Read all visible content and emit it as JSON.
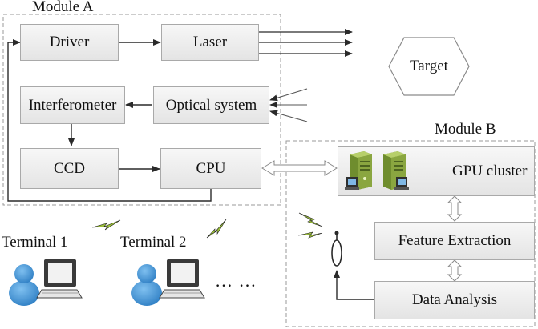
{
  "module_a": {
    "title": "Module A",
    "driver": "Driver",
    "laser": "Laser",
    "interferometer": "Interferometer",
    "optical_system": "Optical system",
    "ccd": "CCD",
    "cpu": "CPU"
  },
  "target": "Target",
  "module_b": {
    "title": "Module B",
    "gpu_cluster": "GPU cluster",
    "feature_extraction": "Feature Extraction",
    "data_analysis": "Data Analysis"
  },
  "terminals": {
    "terminal_1": "Terminal 1",
    "terminal_2": "Terminal 2",
    "ellipsis": "… …"
  },
  "colors": {
    "box_border": "#a9a9a9",
    "arrow": "#2a2a2a",
    "dashed_border": "#9a9a9a",
    "server_green": "#8aa640",
    "person_blue": "#3f8fd0",
    "signal_green": "#9bbf3a"
  }
}
